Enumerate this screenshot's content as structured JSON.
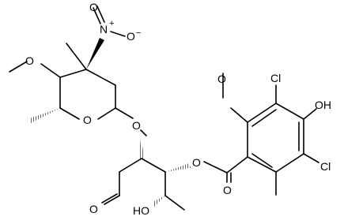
{
  "atoms": {
    "methoxy_o_left": "O",
    "nitro_n": "N",
    "nitro_n_charge": "+",
    "nitro_o_top": "O",
    "nitro_o_right": "O",
    "nitro_o_charge": "−",
    "ring_o": "O",
    "glycoside_o": "O",
    "ester_o": "O",
    "carbonyl_o": "O",
    "aldehyde_o": "O",
    "hydroxyl_left": "HO",
    "methoxy_o_aryl": "O",
    "chloro_top": "Cl",
    "hydroxyl_aryl": "OH",
    "chloro_bottom": "Cl"
  }
}
